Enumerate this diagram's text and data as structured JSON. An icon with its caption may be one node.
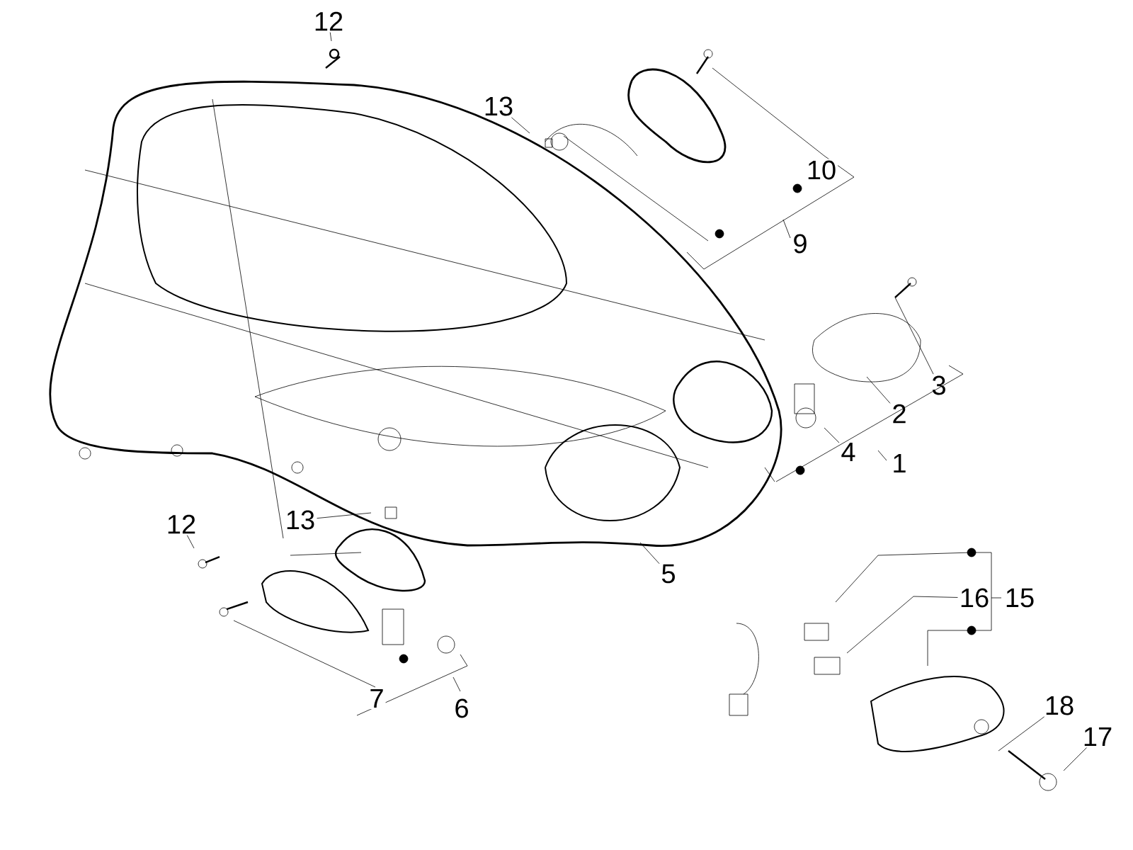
{
  "diagram": {
    "nodes": [
      {
        "text": [
          "12"
        ]
      },
      {
        "text": [
          "13"
        ]
      },
      {
        "text": [
          "3"
        ]
      },
      {
        "text": [
          "2"
        ]
      },
      {
        "text": [
          "4"
        ]
      },
      {
        "text": [
          "5"
        ]
      },
      {
        "text": [
          "12"
        ]
      },
      {
        "text": [
          "13"
        ]
      },
      {
        "text": [
          "16"
        ]
      },
      {
        "text": [
          "18"
        ]
      },
      {
        "text": [
          "17"
        ]
      }
    ],
    "edges": [
      {
        "from": 0,
        "to": null,
        "arrow": "none"
      },
      {
        "from": 1,
        "to": null,
        "arrow": "none"
      },
      {
        "from": 2,
        "to": null,
        "arrow": "none"
      },
      {
        "from": 3,
        "to": null,
        "arrow": "none"
      },
      {
        "from": 4,
        "to": null,
        "arrow": "none"
      },
      {
        "from": 5,
        "to": null,
        "arrow": "none"
      },
      {
        "from": 6,
        "to": null,
        "arrow": "none"
      },
      {
        "from": 7,
        "to": null,
        "arrow": "none"
      },
      {
        "from": 8,
        "to": null,
        "arrow": "none"
      },
      {
        "from": 9,
        "to": null,
        "arrow": "none"
      },
      {
        "from": 10,
        "to": null,
        "arrow": "none"
      }
    ],
    "labels": [
      "10",
      "9",
      "1",
      "7",
      "6",
      "15"
    ]
  }
}
